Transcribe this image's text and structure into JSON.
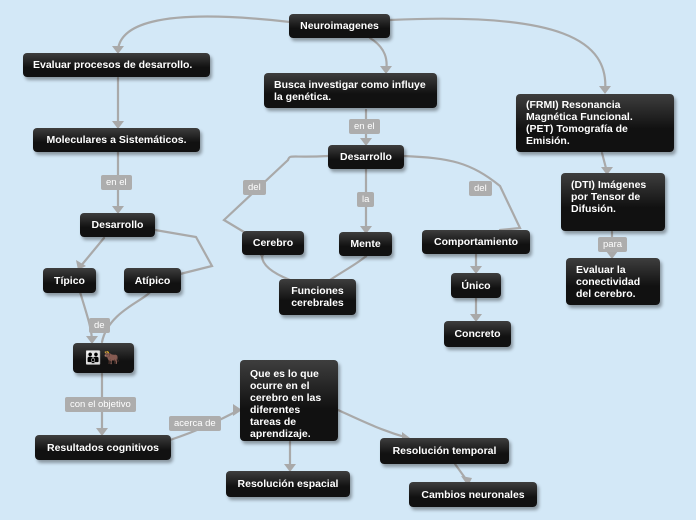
{
  "nodes": {
    "neuro": "Neuroimagenes",
    "evaluar": "Evaluar procesos de desarrollo.",
    "busca": "Busca investigar como influye la genética.",
    "frmi": "(FRMI) Resonancia Magnética Funcional.\n(PET) Tomografía de Emisión.",
    "moleculares": "Moleculares a Sistemáticos.",
    "desarrollo_left": "Desarrollo",
    "desarrollo_mid": "Desarrollo",
    "dti": "(DTI) Imágenes por Tensor de Difusión.",
    "tipico": "Típico",
    "atipico": "Atípico",
    "cerebro": "Cerebro",
    "mente": "Mente",
    "comportamiento": "Comportamiento",
    "evaluar_conectividad": "Evaluar la conectividad del cerebro.",
    "funciones": "Funciones cerebrales",
    "unico": "Único",
    "emoji": "👪🐂",
    "concreto": "Concreto",
    "que_es": "Que es lo que ocurre en el cerebro en las diferentes tareas de aprendizaje.",
    "resultados": "Resultados cognitivos",
    "resolucion_temporal": "Resolución temporal",
    "resolucion_espacial": "Resolución espacial",
    "cambios": "Cambios neuronales"
  },
  "labels": {
    "en_el_1": "en el",
    "en_el_2": "en el",
    "del_1": "del",
    "la": "la",
    "del_2": "del",
    "para": "para",
    "de": "de",
    "con_el_objetivo": "con el objetivo",
    "acerca_de": "acerca de"
  },
  "colors": {
    "background": "#d3e8f7",
    "node": "#1c1c1c",
    "connector": "#a9a9a9",
    "label": "#adadad"
  }
}
